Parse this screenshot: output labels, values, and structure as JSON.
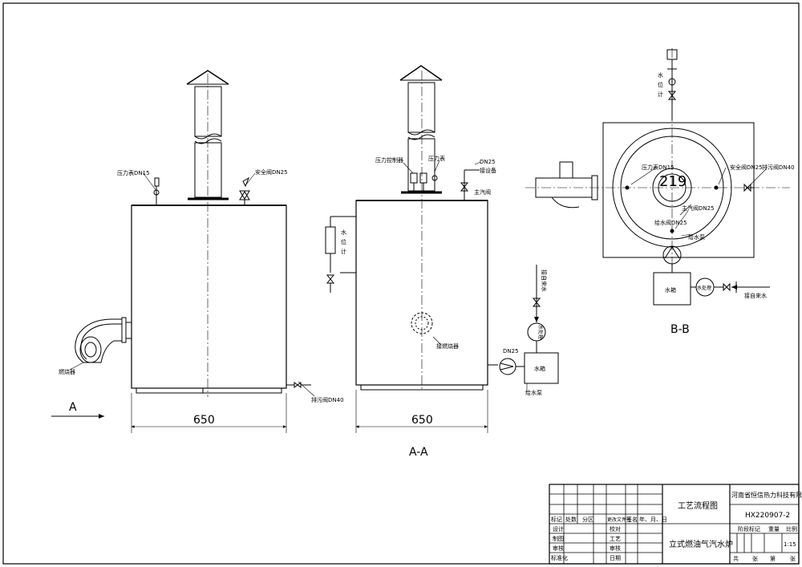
{
  "views": {
    "left": {
      "pressure_gauge": "压力表DN15",
      "safety_valve": "安全阀DN25",
      "burner": "燃烧器",
      "drain_valve": "排污阀DN40",
      "dimension": "650",
      "view_marker": "A"
    },
    "section_aa": {
      "pressure_controller": "压力控制器",
      "pressure_gauge": "压力表",
      "dn25": "DN25",
      "to_equipment": "接设备",
      "main_steam_valve": "主汽阀",
      "water_level_gauge": [
        "水",
        "位",
        "计"
      ],
      "burner_port": "接燃烧器",
      "dn25_pump": "DN25",
      "from_water": "接自来水",
      "water_treatment": "水处理",
      "water_tank": "水箱",
      "feed_pump": "给水泵",
      "dimension": "650",
      "title": "A-A"
    },
    "section_bb": {
      "water_level_gauge": [
        "水",
        "位",
        "计"
      ],
      "pressure_gauge": "压力表DN15",
      "safety_valve": "安全阀DN25",
      "drain_valve": "排污阀DN40",
      "main_steam_valve": "主汽阀DN25",
      "feed_valve": "给水阀DN25",
      "feed_pump": "给水泵",
      "water_tank": "水箱",
      "water_treatment": "水处理",
      "from_water": "接自来水",
      "diameter_mark": "219",
      "title": "B-B"
    }
  },
  "title_block": {
    "rev_headers": [
      "标记",
      "处数",
      "分区",
      "更改文件号",
      "签名",
      "年、月、日"
    ],
    "role_labels": [
      "设计",
      "制图",
      "审核",
      "标准化"
    ],
    "check_labels": [
      "校对",
      "工艺",
      "审核",
      "日期"
    ],
    "drawing_type": "工艺流程图",
    "drawing_name": "立式燃油气汽水炉",
    "company": "河南省恒信热力科技有限公司",
    "drawing_number": "HX220907-2",
    "stage_label": "阶段标记",
    "weight_label": "重量",
    "scale_label": "比例",
    "scale_value": "1:15",
    "sheet_total": "共",
    "sheet_unit1": "张",
    "sheet_label": "第",
    "sheet_unit2": "张"
  }
}
